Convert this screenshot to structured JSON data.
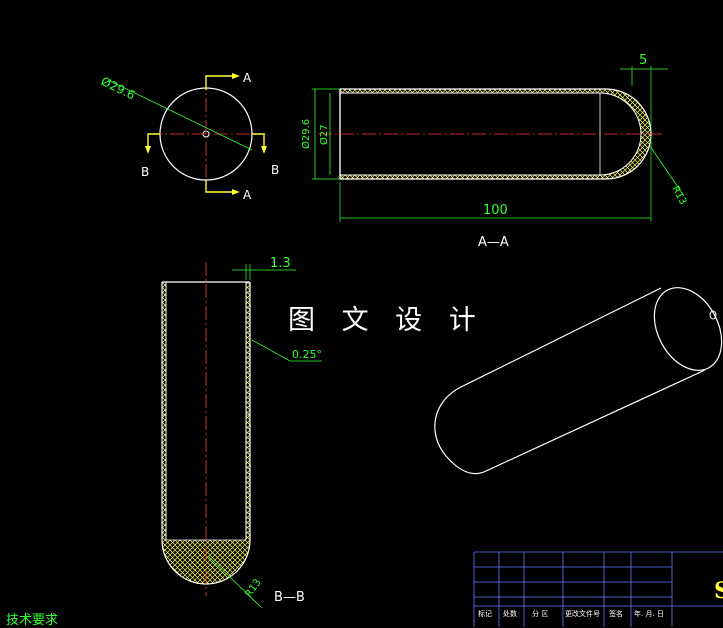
{
  "watermark": "图 文 设 计",
  "technical_requirements": "技术要求",
  "title_block": {
    "headers": [
      "标记",
      "处数",
      "分 区",
      "更改文件号",
      "签名",
      "年. 月. 日"
    ],
    "partial_title": "S"
  },
  "view_top": {
    "diameter_label": "Ø29.6",
    "section_markers": [
      "A",
      "A",
      "B",
      "B"
    ]
  },
  "view_section_aa": {
    "title": "A—A",
    "length_label": "100",
    "end_length_label": "5",
    "outer_diameter_label": "Ø29.6",
    "inner_diameter_label": "Ø27",
    "radius_label": "R13"
  },
  "view_section_bb": {
    "title": "B—B",
    "wall_label": "1.3",
    "taper_label": "0.25°",
    "radius_label": "R13"
  },
  "colors": {
    "background": "#000000",
    "outline": "#ffffff",
    "hatch": "#ffff66",
    "dimension": "#33ff33",
    "centerline": "#ff3333",
    "section_arrow": "#ffff33",
    "table_lines": "#6677ff"
  }
}
